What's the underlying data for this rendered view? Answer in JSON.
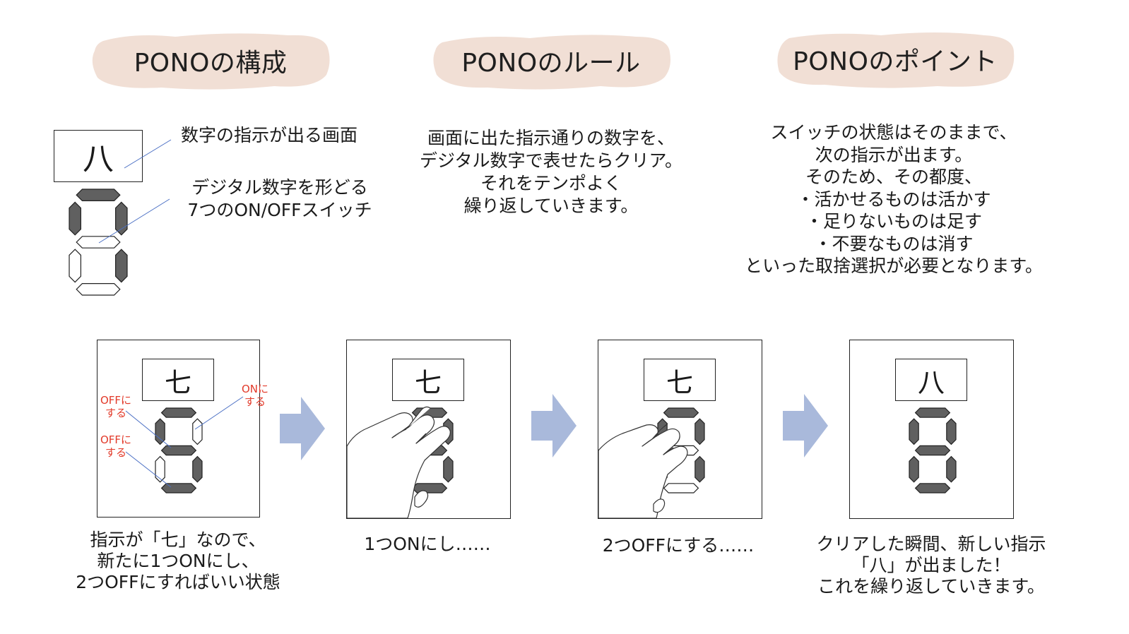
{
  "headings": {
    "structure": "PONOの構成",
    "rules": "PONOのルール",
    "points": "PONOのポイント"
  },
  "structure": {
    "kanji": "八",
    "label_screen": "数字の指示が出る画面",
    "label_switch_1": "デジタル数字を形どる",
    "label_switch_2": "7つのON/OFFスイッチ"
  },
  "rules": {
    "lines": [
      "画面に出た指示通りの数字を、",
      "デジタル数字で表せたらクリア。",
      "それをテンポよく",
      "繰り返していきます。"
    ]
  },
  "points": {
    "lines": [
      "スイッチの状態はそのままで、",
      "次の指示が出ます。",
      "そのため、その都度、",
      "・活かせるものは活かす",
      "・足りないものは足す",
      "・不要なものは消す",
      "といった取捨選択が必要となります。"
    ]
  },
  "steps": [
    {
      "kanji": "七",
      "caption": [
        "指示が「七」なので、",
        "新たに1つONにし、",
        "2つOFFにすればいい状態"
      ],
      "annotations": {
        "off_1": [
          "OFFに",
          "する"
        ],
        "on": [
          "ONに",
          "する"
        ],
        "off_2": [
          "OFFに",
          "する"
        ]
      }
    },
    {
      "kanji": "七",
      "caption": [
        "1つONにし……"
      ]
    },
    {
      "kanji": "七",
      "caption": [
        "2つOFFにする……"
      ]
    },
    {
      "kanji": "八",
      "caption": [
        "クリアした瞬間、新しい指示",
        "「八」が出ました！",
        "これを繰り返していきます。"
      ]
    }
  ],
  "colors": {
    "heading_bg": "#f1dfd5",
    "segment_on": "#606060",
    "segment_off": "#ffffff",
    "arrow": "#a9b9db",
    "annotation_red": "#e23a2a",
    "leader_line": "#4a6fc4"
  },
  "segment_states": {
    "structure": {
      "a": true,
      "b": true,
      "c": true,
      "d": false,
      "e": false,
      "f": true,
      "g": false
    },
    "step1": {
      "a": true,
      "b": false,
      "c": true,
      "d": true,
      "e": false,
      "f": true,
      "g": true
    },
    "step2": {
      "a": true,
      "b": true,
      "c": true,
      "d": true,
      "e": false,
      "f": true,
      "g": true
    },
    "step3": {
      "a": true,
      "b": true,
      "c": true,
      "d": false,
      "e": false,
      "f": true,
      "g": false
    },
    "step4": {
      "a": true,
      "b": true,
      "c": true,
      "d": true,
      "e": true,
      "f": true,
      "g": true
    }
  }
}
